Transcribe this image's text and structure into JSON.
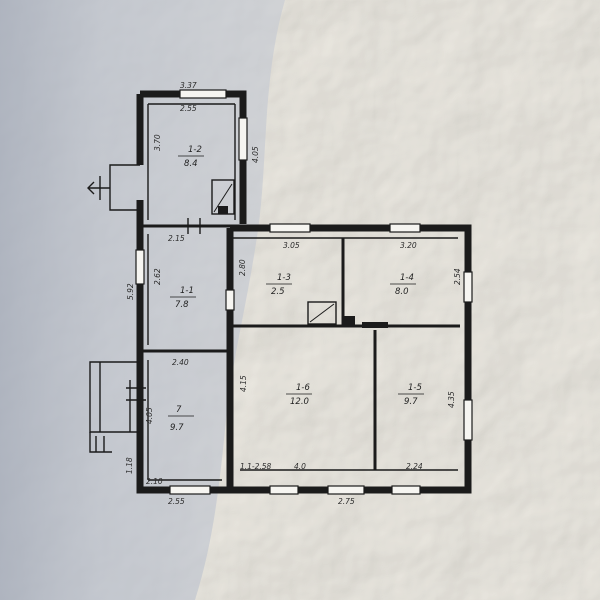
{
  "plan": {
    "rooms": [
      {
        "id": "1-2",
        "label": "1-2",
        "area": "8.4"
      },
      {
        "id": "1-1",
        "label": "1-1",
        "area": "7.8"
      },
      {
        "id": "1-3",
        "label": "1-3",
        "area": "2.5"
      },
      {
        "id": "1-4",
        "label": "1-4",
        "area": "8.0"
      },
      {
        "id": "1-6",
        "label": "1-6",
        "area": "12.0"
      },
      {
        "id": "1-5",
        "label": "1-5",
        "area": "9.7"
      },
      {
        "id": "1-7",
        "label": "7",
        "area": "9.7"
      }
    ],
    "dimensions": {
      "top_outer": "3.37",
      "top_inner": "2.55",
      "room12_height": "3.70",
      "right_top": "4.05",
      "d215": "2.15",
      "d305": "3.05",
      "d320": "3.20",
      "left_592": "5.92",
      "d262": "2.62",
      "d280": "2.80",
      "d254": "2.54",
      "d240": "2.40",
      "d415": "4.15",
      "d435": "4.35",
      "d405": "4.05",
      "d258": "1.1-2.58",
      "d40": "4.0",
      "d224": "2.24",
      "d118": "1.18",
      "d210": "2.10",
      "d255b": "2.55",
      "d275": "2.75"
    }
  }
}
